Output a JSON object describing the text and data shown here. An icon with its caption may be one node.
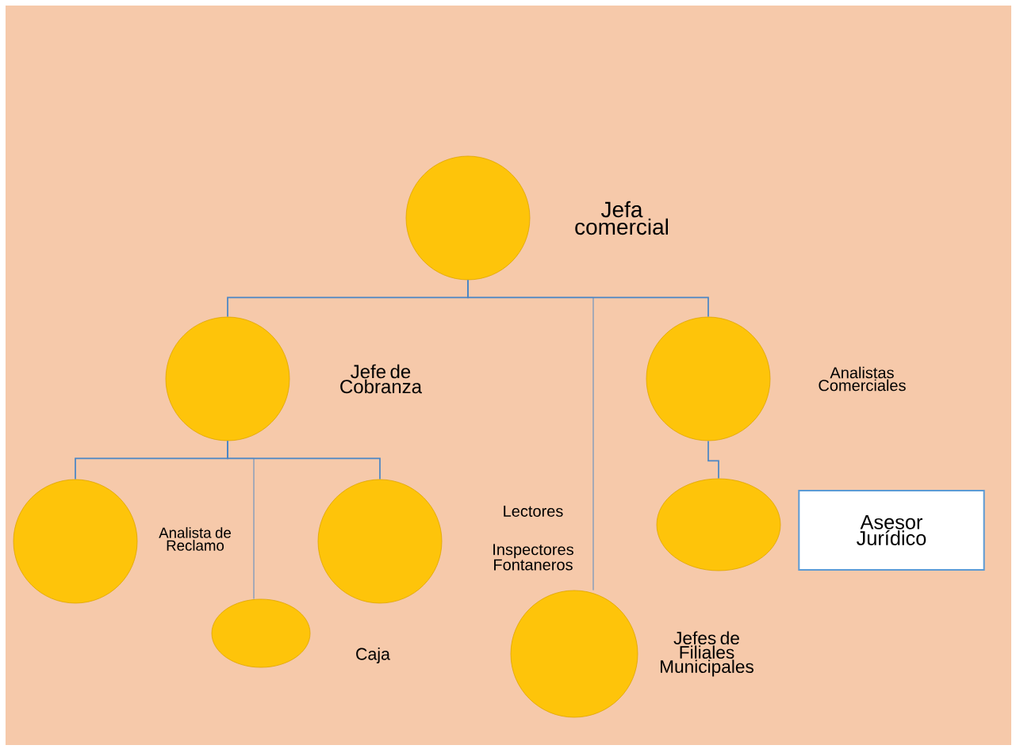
{
  "diagram": {
    "nodes": [
      {
        "text": [],
        "shape": "circle",
        "beside": [
          "Jefa comercial"
        ]
      },
      {
        "text": [],
        "shape": "circle",
        "beside": [
          "Jefe de Cobranza"
        ]
      },
      {
        "text": [],
        "shape": "circle",
        "beside": [
          "Analistas Comerciales"
        ]
      },
      {
        "text": [],
        "shape": "circle",
        "beside": [
          "Analista de Reclamo"
        ]
      },
      {
        "text": [],
        "shape": "ellipse",
        "beside": [
          "Caja"
        ]
      },
      {
        "text": [],
        "shape": "circle"
      },
      {
        "text": [],
        "shape": "circle",
        "beside": [
          "Jefes de Filiales Municipales"
        ]
      },
      {
        "text": [],
        "shape": "ellipse"
      },
      {
        "text": [
          "Asesor Jurídico"
        ]
      }
    ],
    "edges": [
      {
        "from": 0,
        "to": 1,
        "arrow": "none"
      },
      {
        "from": 0,
        "to": 2,
        "arrow": "none"
      },
      {
        "from": 0,
        "to": 6,
        "arrow": "none"
      },
      {
        "from": 1,
        "to": 3,
        "arrow": "none"
      },
      {
        "from": 1,
        "to": 4,
        "arrow": "none"
      },
      {
        "from": 1,
        "to": 5,
        "arrow": "none"
      },
      {
        "from": 2,
        "to": 7,
        "arrow": "none"
      }
    ],
    "labels": [
      "Lectores",
      "Inspectores Fontaneros"
    ]
  }
}
